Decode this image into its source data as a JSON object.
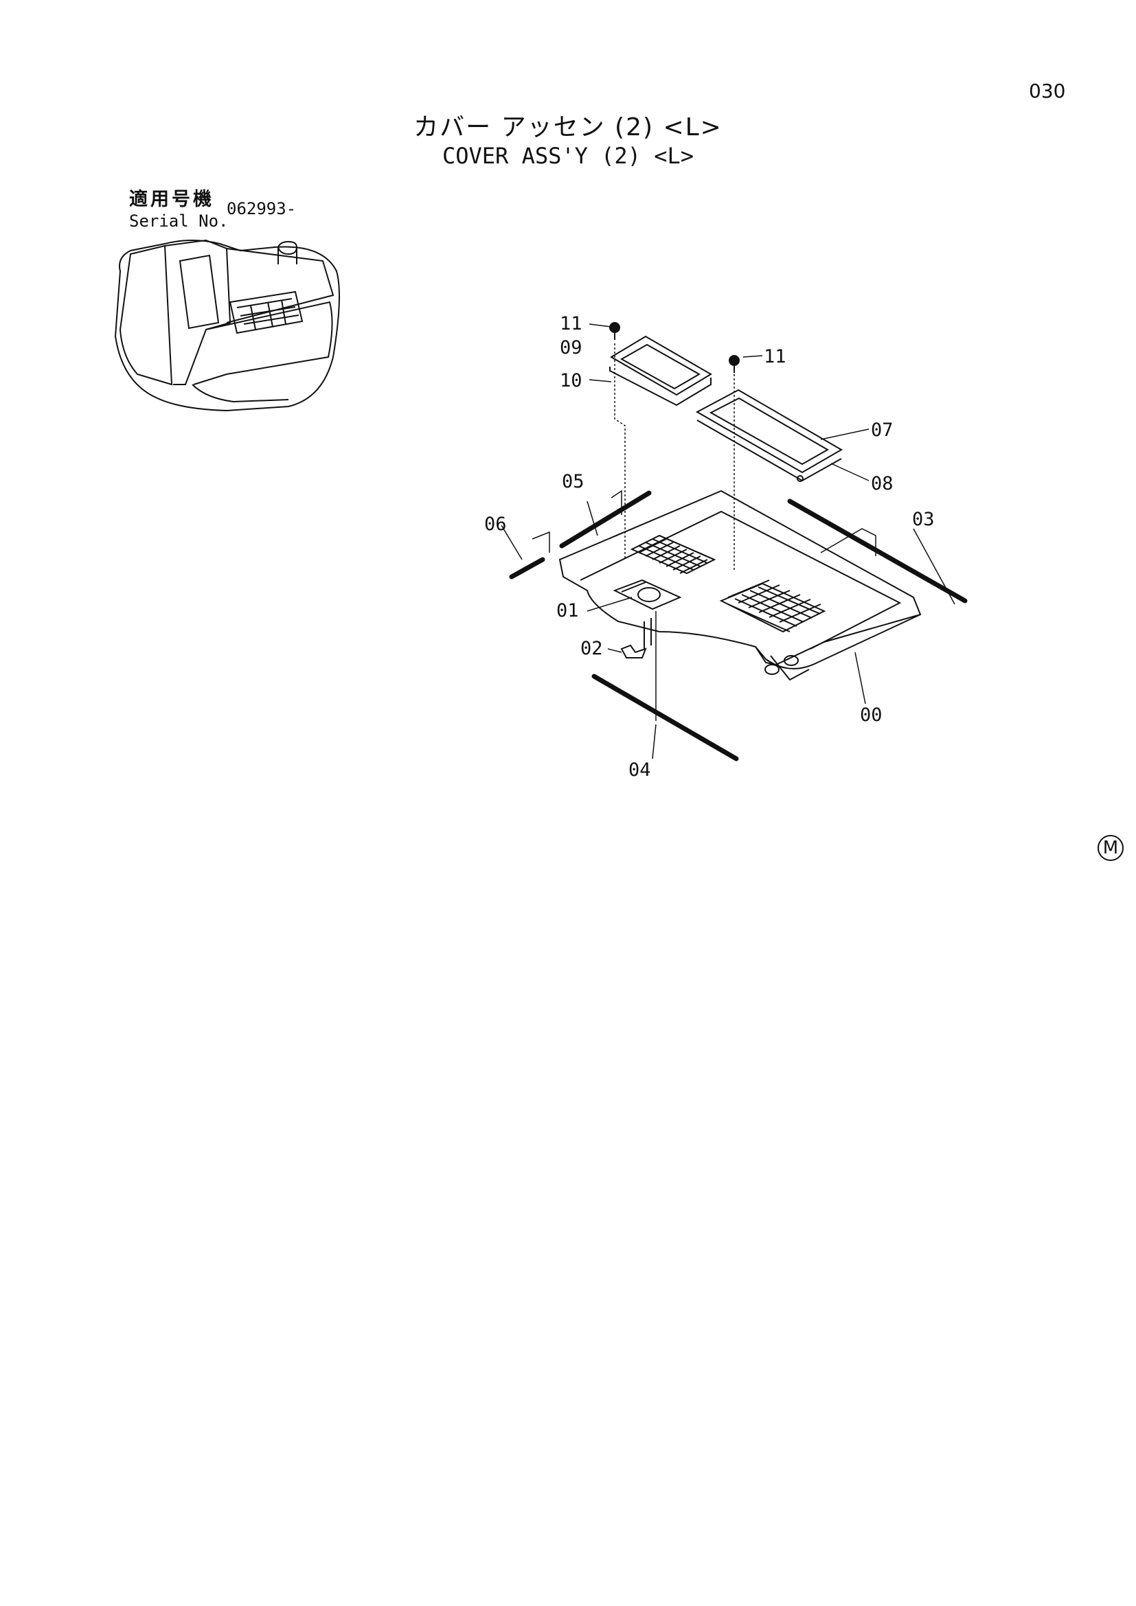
{
  "page": {
    "number": "030"
  },
  "title": {
    "japanese": "カバー アッセン (2) <L>",
    "english": "COVER ASS'Y (2) <L>"
  },
  "serial": {
    "label_ja": "適用号機",
    "label_en": "Serial No.",
    "value": "062993-"
  },
  "callouts": [
    "00",
    "01",
    "02",
    "03",
    "04",
    "05",
    "06",
    "07",
    "08",
    "09",
    "10",
    "11"
  ],
  "mark": "M"
}
